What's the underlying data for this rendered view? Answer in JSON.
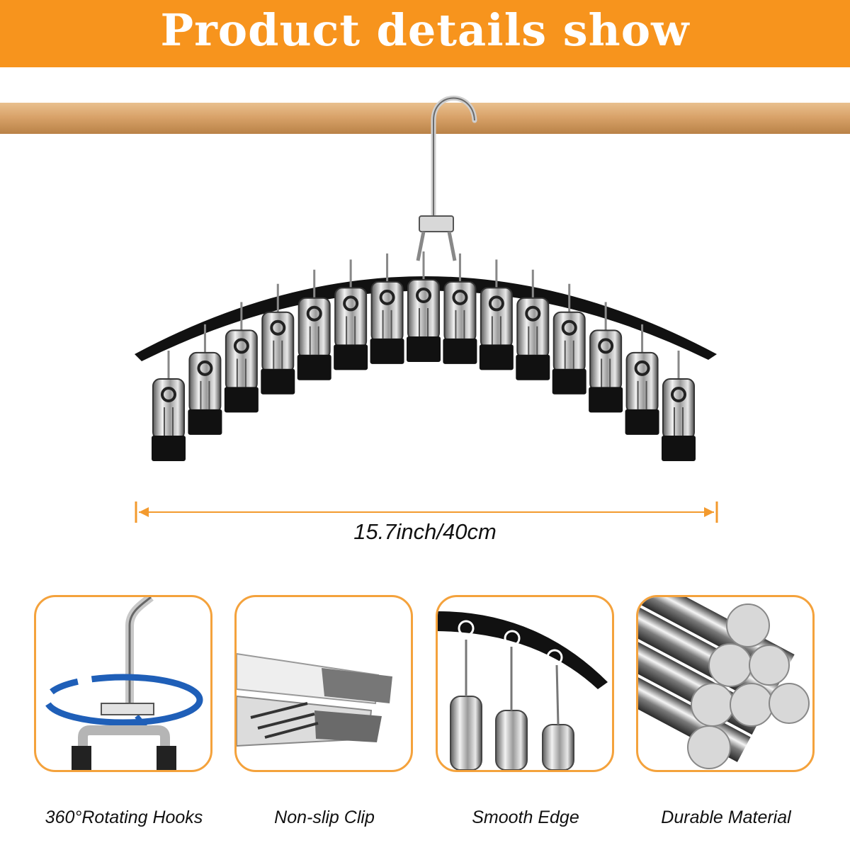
{
  "banner": {
    "title": "Product details show",
    "color": "#f7941d"
  },
  "hero": {
    "dimension": "15.7inch/40cm",
    "clip_count": 15,
    "rod_color": "#d9a36a",
    "arrow_color": "#f39a2e"
  },
  "details": [
    {
      "caption": "360°Rotating Hooks",
      "icon": "rotating-hook-icon"
    },
    {
      "caption": "Non-slip Clip",
      "icon": "non-slip-clip-icon"
    },
    {
      "caption": "Smooth Edge",
      "icon": "smooth-edge-icon"
    },
    {
      "caption": "Durable Material",
      "icon": "steel-rods-icon"
    }
  ],
  "card_border_color": "#f4a23c"
}
